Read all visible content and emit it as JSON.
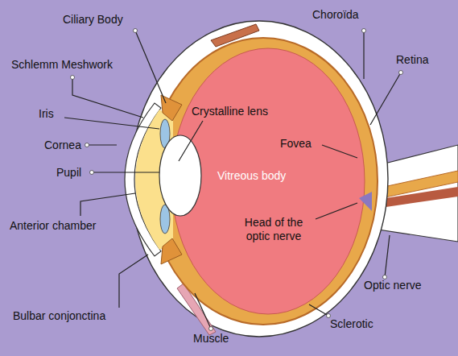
{
  "diagram": {
    "labels": [
      "Ciliary Body",
      "Choroïda",
      "Schlemm Meshwork",
      "Retina",
      "Iris",
      "Crystalline lens",
      "Cornea",
      "Fovea",
      "Pupil",
      "Vitreous body",
      "Anterior chamber",
      "Head of the optic nerve",
      "Optic nerve",
      "Bulbar conjonctina",
      "Muscle",
      "Sclerotic"
    ]
  }
}
